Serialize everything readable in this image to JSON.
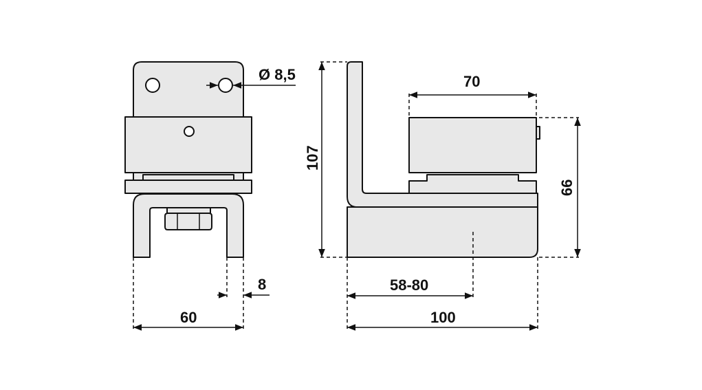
{
  "dimensions": {
    "hole_diameter": "Ø 8,5",
    "width_front": "60",
    "flange_thickness": "8",
    "height_total": "107",
    "width_roller": "70",
    "height_roller": "66",
    "adjust_range": "58-80",
    "length_base": "100"
  }
}
